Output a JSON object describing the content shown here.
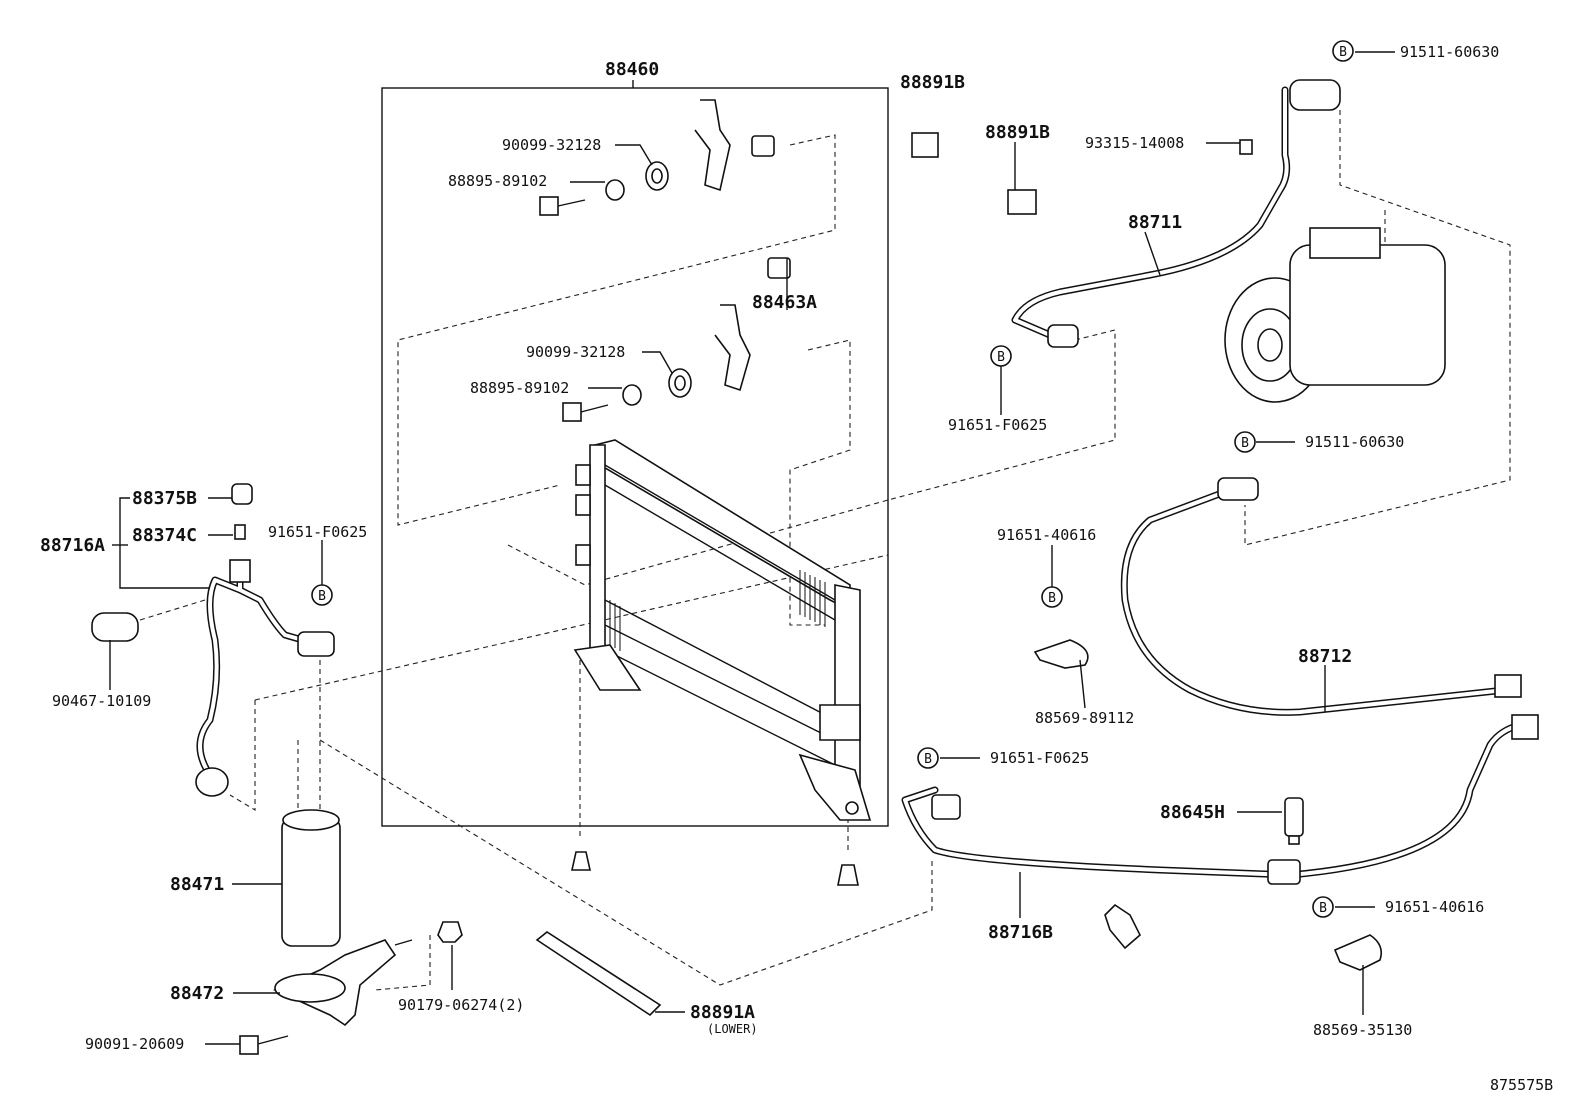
{
  "diagram": {
    "labels": {
      "l88460": "88460",
      "l88891B_a": "88891B",
      "l88891B_b": "88891B",
      "l91511_top": "91511-60630",
      "l93315": "93315-14008",
      "l90099_a": "90099-32128",
      "l88895_a": "88895-89102",
      "l88711": "88711",
      "l88463A": "88463A",
      "l90099_b": "90099-32128",
      "l88895_b": "88895-89102",
      "l91651_f0625_a": "91651-F0625",
      "l91511_mid": "91511-60630",
      "l88375B": "88375B",
      "l88374C": "88374C",
      "l88716A": "88716A",
      "l91651_f0625_b": "91651-F0625",
      "l91651_40616_a": "91651-40616",
      "l90467": "90467-10109",
      "l88712": "88712",
      "l88569_89112": "88569-89112",
      "l91651_f0625_c": "91651-F0625",
      "l88645H": "88645H",
      "l88471": "88471",
      "l88716B": "88716B",
      "l91651_40616_b": "91651-40616",
      "l88472": "88472",
      "l90179": "90179-06274(2)",
      "l88891A": "88891A",
      "l_lower": "(LOWER)",
      "l90091": "90091-20609",
      "l88569_35130": "88569-35130",
      "l_ref": "875575B"
    },
    "marker_letter": "B"
  }
}
